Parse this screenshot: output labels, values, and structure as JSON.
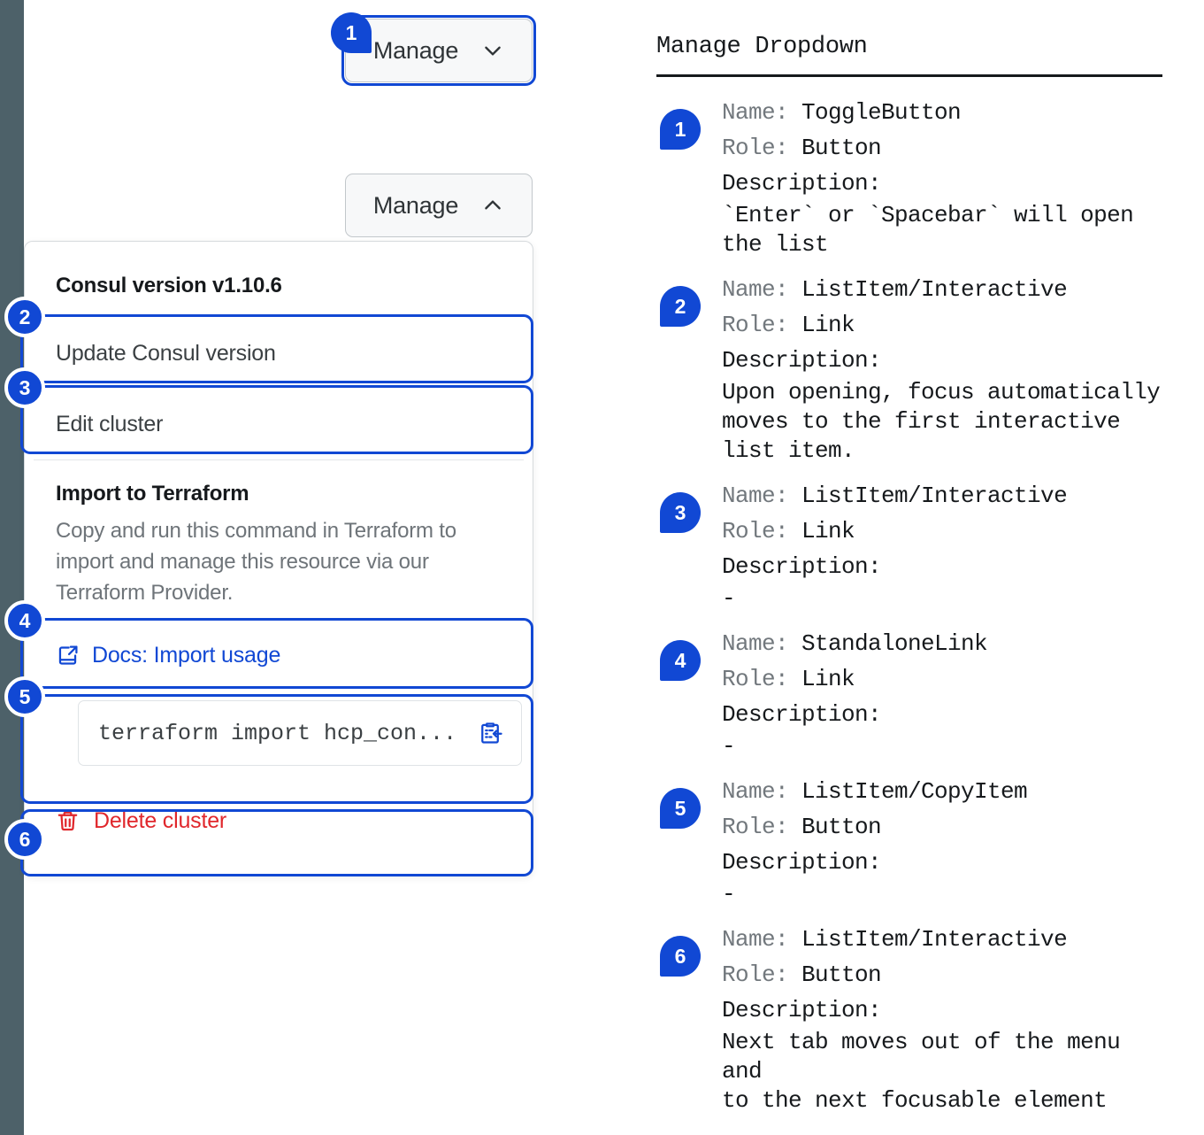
{
  "toggle_button_top": {
    "label": "Manage",
    "icon": "chevron-down-icon"
  },
  "toggle_button_open": {
    "label": "Manage",
    "icon": "chevron-up-icon"
  },
  "dropdown": {
    "version_heading": "Consul version v1.10.6",
    "update_item": "Update Consul version",
    "edit_item": "Edit cluster",
    "terraform_title": "Import to Terraform",
    "terraform_body": "Copy and run this command in Terraform to import and manage this resource via our Terraform Provider.",
    "docs_link": "Docs: Import usage",
    "docs_icon": "docs-external-link-icon",
    "command": "terraform import hcp_con...",
    "copy_icon": "clipboard-copy-icon",
    "delete_item": "Delete cluster",
    "delete_icon": "trash-icon"
  },
  "markers": {
    "one": "1",
    "two": "2",
    "three": "3",
    "four": "4",
    "five": "5",
    "six": "6"
  },
  "legend": {
    "title": "Manage Dropdown",
    "name_key": "Name: ",
    "role_key": "Role: ",
    "desc_key": "Description:",
    "items": [
      {
        "marker": "1",
        "name": "ToggleButton",
        "role": "Button",
        "description": "`Enter` or `Spacebar` will open\nthe list"
      },
      {
        "marker": "2",
        "name": "ListItem/Interactive",
        "role": "Link",
        "description": "Upon opening, focus automatically\nmoves to the first interactive\nlist item."
      },
      {
        "marker": "3",
        "name": "ListItem/Interactive",
        "role": "Link",
        "description": "-"
      },
      {
        "marker": "4",
        "name": "StandaloneLink",
        "role": "Link",
        "description": "-"
      },
      {
        "marker": "5",
        "name": "ListItem/CopyItem",
        "role": "Button",
        "description": "-"
      },
      {
        "marker": "6",
        "name": "ListItem/Interactive",
        "role": "Button",
        "description": "Next tab moves out of the menu and\nto the next focusable element"
      }
    ]
  },
  "colors": {
    "accent_blue": "#1148d4",
    "danger_red": "#e0272c",
    "rail_slate": "#4d6169",
    "muted_text": "#72787d"
  }
}
